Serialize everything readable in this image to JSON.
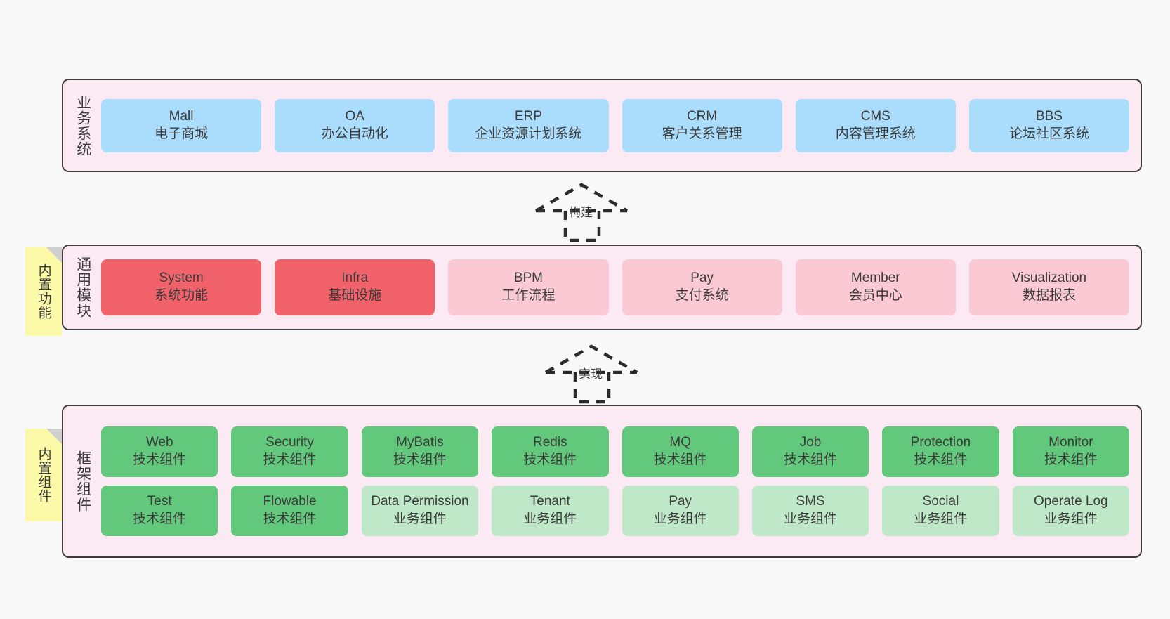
{
  "diagram": {
    "background": "#f8f8f8",
    "band_fill": "#fbeaf4",
    "band_stroke": "#413c3c",
    "note_fill": "#fbf8a8",
    "colors": {
      "business": "#aadcfb",
      "module_core": "#f2626a",
      "module_optional": "#fbc9d4",
      "component_tech": "#62c97c",
      "component_biz": "#bfe8c8"
    }
  },
  "tiers": {
    "business": {
      "title": "业务系统",
      "cards": [
        {
          "name": "Mall",
          "desc": "电子商城"
        },
        {
          "name": "OA",
          "desc": "办公自动化"
        },
        {
          "name": "ERP",
          "desc": "企业资源计划系统"
        },
        {
          "name": "CRM",
          "desc": "客户关系管理"
        },
        {
          "name": "CMS",
          "desc": "内容管理系统"
        },
        {
          "name": "BBS",
          "desc": "论坛社区系统"
        }
      ]
    },
    "modules": {
      "title": "通用模块",
      "note": "内置功能",
      "cards": [
        {
          "name": "System",
          "desc": "系统功能",
          "tone": "red"
        },
        {
          "name": "Infra",
          "desc": "基础设施",
          "tone": "red"
        },
        {
          "name": "BPM",
          "desc": "工作流程",
          "tone": "pink"
        },
        {
          "name": "Pay",
          "desc": "支付系统",
          "tone": "pink"
        },
        {
          "name": "Member",
          "desc": "会员中心",
          "tone": "pink"
        },
        {
          "name": "Visualization",
          "desc": "数据报表",
          "tone": "pink"
        }
      ]
    },
    "framework": {
      "title": "框架组件",
      "note": "内置组件",
      "row1": [
        {
          "name": "Web",
          "desc": "技术组件"
        },
        {
          "name": "Security",
          "desc": "技术组件"
        },
        {
          "name": "MyBatis",
          "desc": "技术组件"
        },
        {
          "name": "Redis",
          "desc": "技术组件"
        },
        {
          "name": "MQ",
          "desc": "技术组件"
        },
        {
          "name": "Job",
          "desc": "技术组件"
        },
        {
          "name": "Protection",
          "desc": "技术组件"
        },
        {
          "name": "Monitor",
          "desc": "技术组件"
        }
      ],
      "row2": [
        {
          "name": "Test",
          "desc": "技术组件",
          "tone": "green"
        },
        {
          "name": "Flowable",
          "desc": "技术组件",
          "tone": "green"
        },
        {
          "name": "Data Permission",
          "desc": "业务组件",
          "tone": "lgreen"
        },
        {
          "name": "Tenant",
          "desc": "业务组件",
          "tone": "lgreen"
        },
        {
          "name": "Pay",
          "desc": "业务组件",
          "tone": "lgreen"
        },
        {
          "name": "SMS",
          "desc": "业务组件",
          "tone": "lgreen"
        },
        {
          "name": "Social",
          "desc": "业务组件",
          "tone": "lgreen"
        },
        {
          "name": "Operate Log",
          "desc": "业务组件",
          "tone": "lgreen"
        }
      ]
    }
  },
  "arrows": [
    {
      "label": "构建"
    },
    {
      "label": "实现"
    }
  ]
}
